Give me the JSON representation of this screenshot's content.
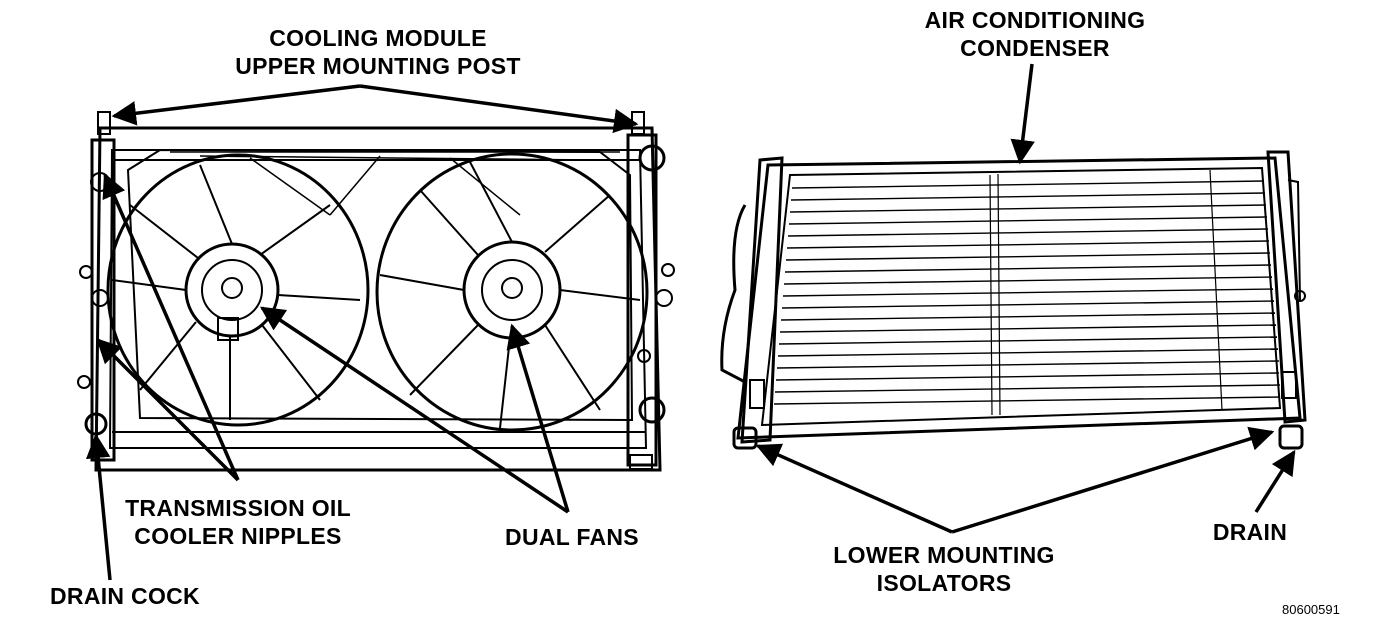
{
  "labels": {
    "upper_post": [
      "COOLING MODULE",
      "UPPER MOUNTING POST"
    ],
    "ac_condenser": [
      "AIR CONDITIONING",
      "CONDENSER"
    ],
    "trans_cooler": [
      "TRANSMISSION OIL",
      "COOLER NIPPLES"
    ],
    "dual_fans": "DUAL FANS",
    "drain_cock": "DRAIN COCK",
    "lower_isolators": [
      "LOWER MOUNTING",
      "ISOLATORS"
    ],
    "drain": "DRAIN"
  },
  "figure_code": "80600591",
  "colors": {
    "ink": "#000000",
    "paper": "#ffffff"
  }
}
